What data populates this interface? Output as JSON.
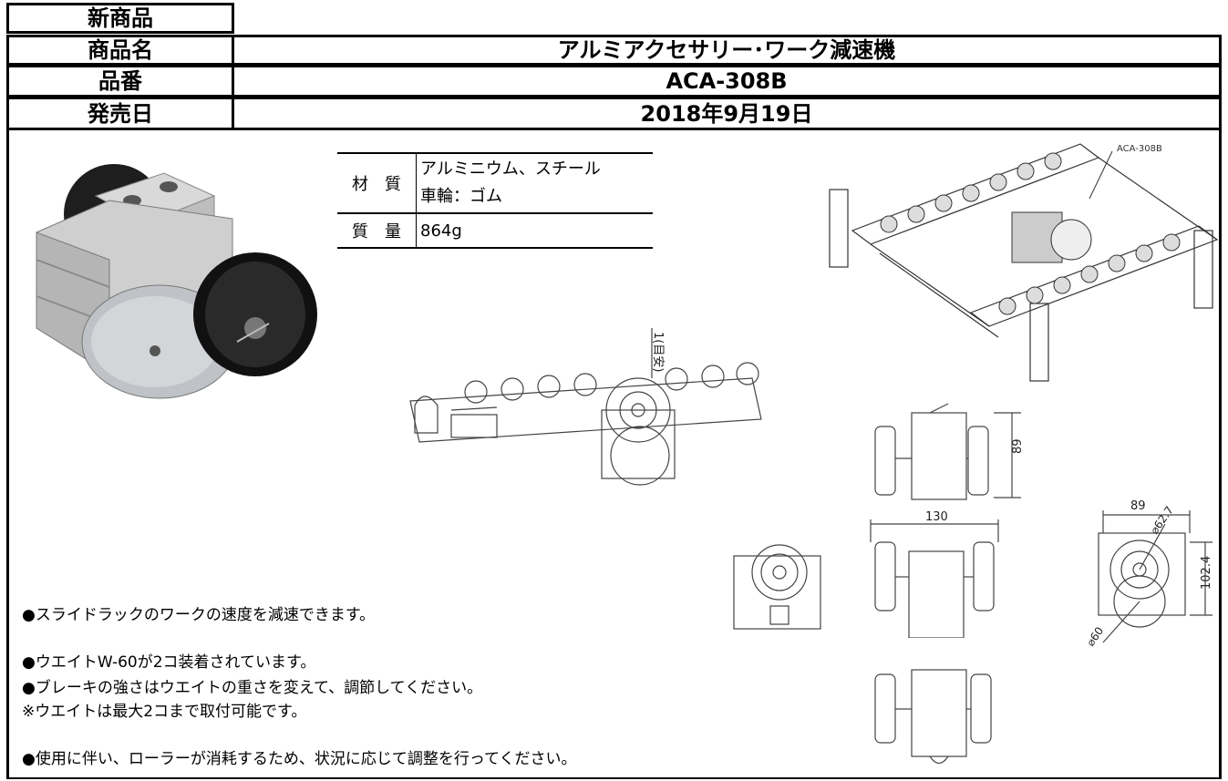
{
  "header": {
    "new_product_label": "新商品",
    "product_name_label": "商品名",
    "product_name": "アルミアクセサリー･ワーク減速機",
    "product_number_label": "品番",
    "product_number": "ACA-308B",
    "release_date_label": "発売日",
    "release_date": "2018年9月19日"
  },
  "specs": {
    "material_label": "材　質",
    "material_line1": "アルミニウム、スチール",
    "material_line2": "車輪：ゴム",
    "weight_label": "質　量",
    "weight_value": "864g"
  },
  "drawing": {
    "callout_label": "ACA-308B",
    "angle_note": "1(目安)",
    "dim_height_top": "89",
    "dim_width": "130",
    "dim_side_width": "89",
    "dim_side_height": "102.4",
    "dim_wheel_dia": "⌀62.7",
    "dim_weight_dia": "⌀60"
  },
  "notes": [
    "●スライドラックのワークの速度を減速できます。",
    "●ウエイトW-60が2コ装着されています。",
    "●ブレーキの強さはウエイトの重さを変えて、調節してください。",
    "※ウエイトは最大2コまで取付可能です。",
    "●使用に伴い、ローラーが消耗するため、状況に応じて調整を行ってください。"
  ]
}
